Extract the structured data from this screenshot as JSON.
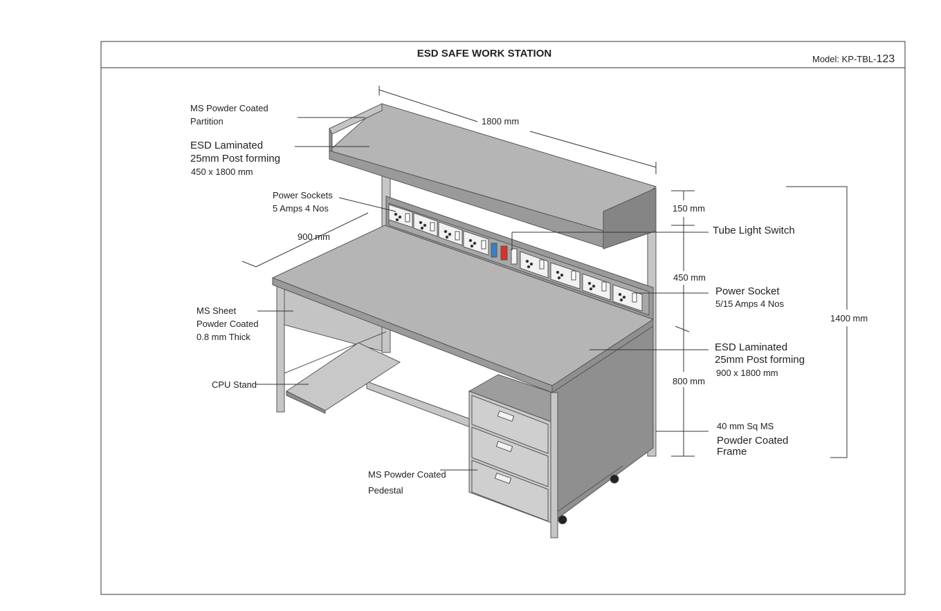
{
  "title": "ESD SAFE WORK STATION",
  "model": {
    "prefix": "Model: KP-TBL-",
    "number": "123"
  },
  "colors": {
    "frame": "#bcbcbc",
    "top": "#b5b5b5",
    "side": "#8f8f8f",
    "dark": "#7a7a7a",
    "socket_blue": "#3a7fc4",
    "socket_red": "#d9322b"
  },
  "dimensions": {
    "length": "1800 mm",
    "depth": "900 mm",
    "shelf_height": "150 mm",
    "gap_height": "450 mm",
    "table_height": "800 mm",
    "total_height": "1400 mm"
  },
  "labels": {
    "partition_line1": "MS Powder Coated",
    "partition_line2": "Partition",
    "shelf_top_line1": "ESD Laminated",
    "shelf_top_line2": "25mm Post forming",
    "shelf_top_line3": "450 x 1800 mm",
    "power_sockets_line1": "Power Sockets",
    "power_sockets_line2": "5 Amps 4 Nos",
    "tube_light_switch": "Tube Light Switch",
    "power_socket_line1": "Power Socket",
    "power_socket_line2": "5/15 Amps 4 Nos",
    "ms_sheet_line1": "MS Sheet",
    "ms_sheet_line2": "Powder Coated",
    "ms_sheet_line3": "0.8 mm Thick",
    "table_top_line1": "ESD Laminated",
    "table_top_line2": "25mm Post forming",
    "table_top_line3": "900 x 1800 mm",
    "cpu_stand": "CPU Stand",
    "frame_line1": "40 mm Sq MS",
    "frame_line2": "Powder Coated",
    "frame_line3": "Frame",
    "pedestal_line1": "MS Powder Coated",
    "pedestal_line2": "Pedestal"
  }
}
